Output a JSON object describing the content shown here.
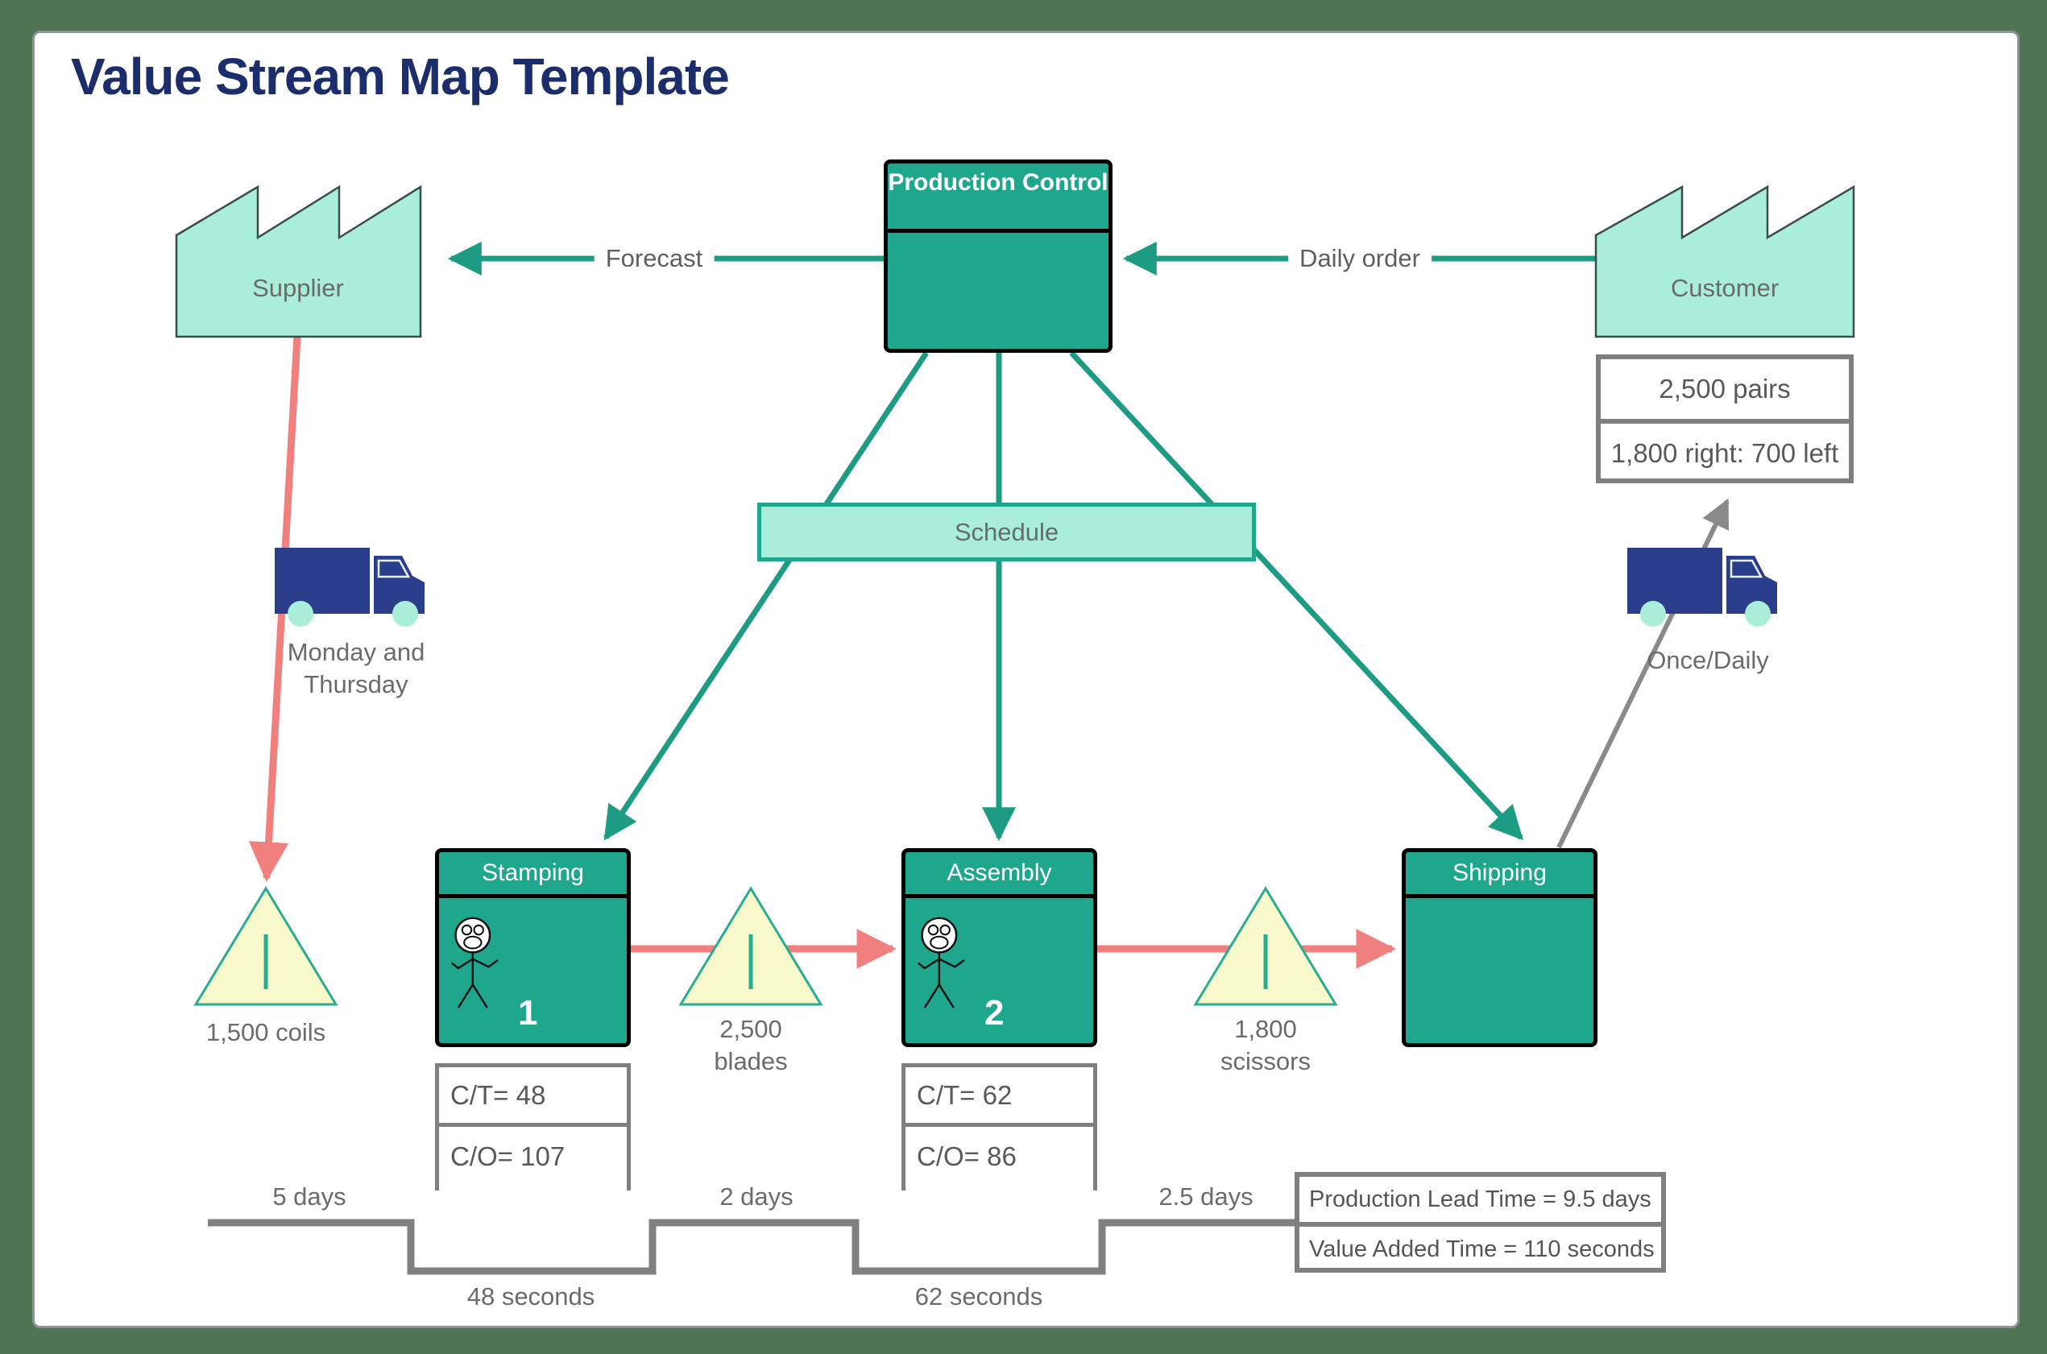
{
  "title": "Value Stream Map Template",
  "colors": {
    "frame_green": "#4e7454",
    "teal_fill": "#1fa78e",
    "teal_line": "#1d9c83",
    "mint": "#a8eed9",
    "inventory_yellow": "#f8facb",
    "salmon_arrow": "#f0807d",
    "truck_navy": "#2b3e8c",
    "title_navy": "#1b2d6b",
    "gray_line": "#7f7f7f"
  },
  "nodes": {
    "supplier": {
      "label": "Supplier"
    },
    "customer": {
      "label": "Customer"
    },
    "production_control": {
      "label": "Production Control"
    },
    "schedule": {
      "label": "Schedule"
    },
    "stamping": {
      "label": "Stamping",
      "operators": "1"
    },
    "assembly": {
      "label": "Assembly",
      "operators": "2"
    },
    "shipping": {
      "label": "Shipping"
    }
  },
  "flow_labels": {
    "forecast": "Forecast",
    "daily_order": "Daily order"
  },
  "transport": {
    "supplier_truck_schedule": "Monday and Thursday",
    "customer_truck_schedule": "Once/Daily"
  },
  "inventory": {
    "coils": "1,500 coils",
    "blades": "2,500 blades",
    "scissors": "1,800 scissors"
  },
  "data_boxes": {
    "stamping": [
      "C/T= 48",
      "C/O= 107"
    ],
    "assembly": [
      "C/T= 62",
      "C/O= 86"
    ],
    "customer": [
      "2,500 pairs",
      "1,800 right: 700 left"
    ]
  },
  "timeline": {
    "wait_times": [
      "5 days",
      "2 days",
      "2.5 days"
    ],
    "process_times": [
      "48 seconds",
      "62 seconds"
    ],
    "summary": [
      "Production Lead Time = 9.5 days",
      "Value Added Time = 110 seconds"
    ]
  }
}
